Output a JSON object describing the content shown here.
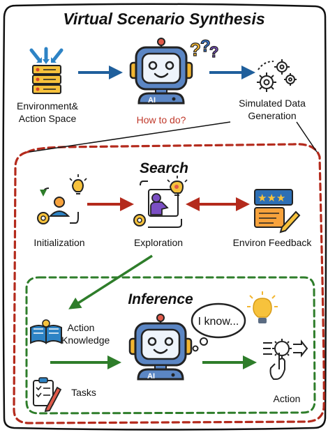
{
  "titles": {
    "main": "Virtual Scenario Synthesis",
    "search": "Search",
    "inference": "Inference"
  },
  "labels": {
    "environment": "Environment&",
    "action_space": "Action Space",
    "how_to_do": "How to do?",
    "simulated": "Simulated Data",
    "generation": "Generation",
    "initialization": "Initialization",
    "exploration": "Exploration",
    "environ_feedback": "Environ Feedback",
    "action_knowledge_1": "Action",
    "action_knowledge_2": "Knowledge",
    "tasks": "Tasks",
    "action": "Action",
    "robot_badge": "AI",
    "thought": "I know..."
  },
  "colors": {
    "blue_arrow": "#1f5f9c",
    "red": "#b42a1c",
    "green": "#2e7d2a",
    "highlight_text": "#c0392b",
    "robot_body": "#5b86c4",
    "robot_face": "#eef4fb",
    "yellow": "#f2b632"
  }
}
